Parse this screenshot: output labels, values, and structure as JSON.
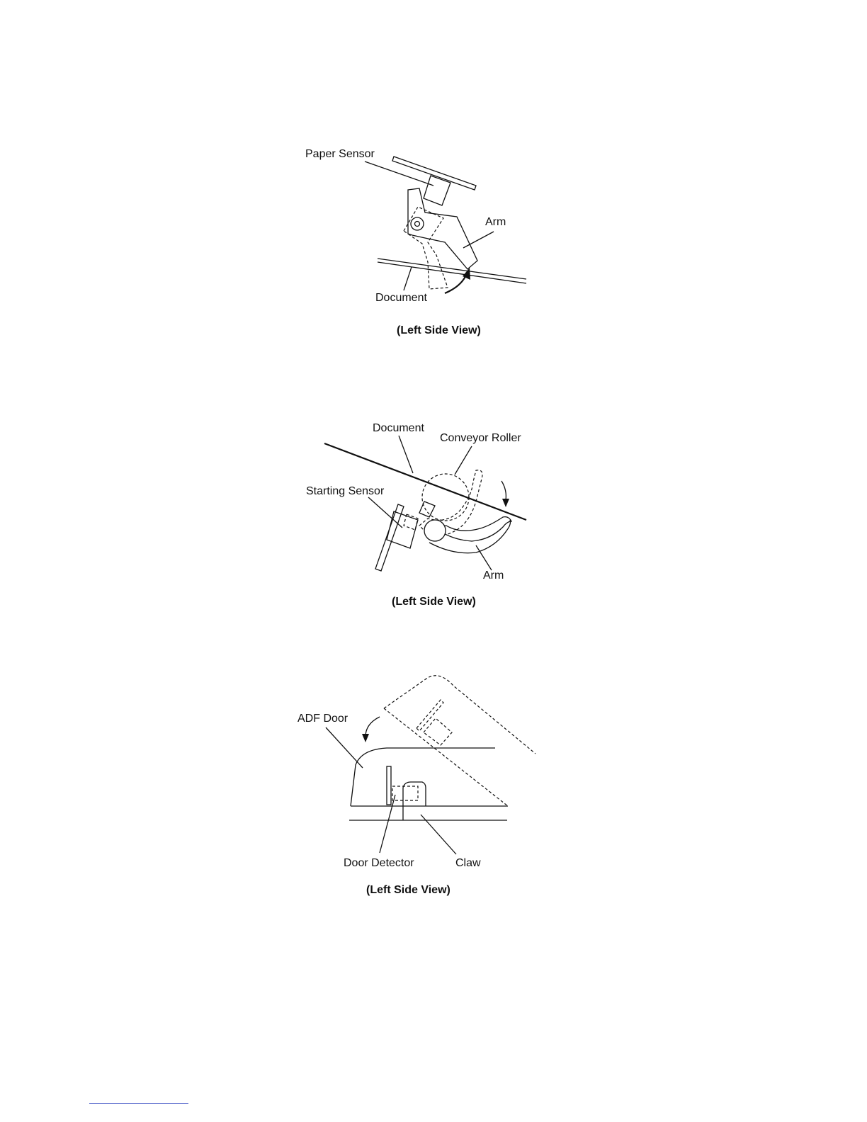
{
  "figures": [
    {
      "labels": {
        "paper_sensor": "Paper Sensor",
        "arm": "Arm",
        "document": "Document"
      },
      "caption": "(Left Side View)"
    },
    {
      "labels": {
        "document": "Document",
        "conveyor_roller": "Conveyor Roller",
        "starting_sensor": "Starting Sensor",
        "arm": "Arm"
      },
      "caption": "(Left Side View)"
    },
    {
      "labels": {
        "adf_door": "ADF Door",
        "door_detector": "Door Detector",
        "claw": "Claw"
      },
      "caption": "(Left Side View)"
    }
  ]
}
